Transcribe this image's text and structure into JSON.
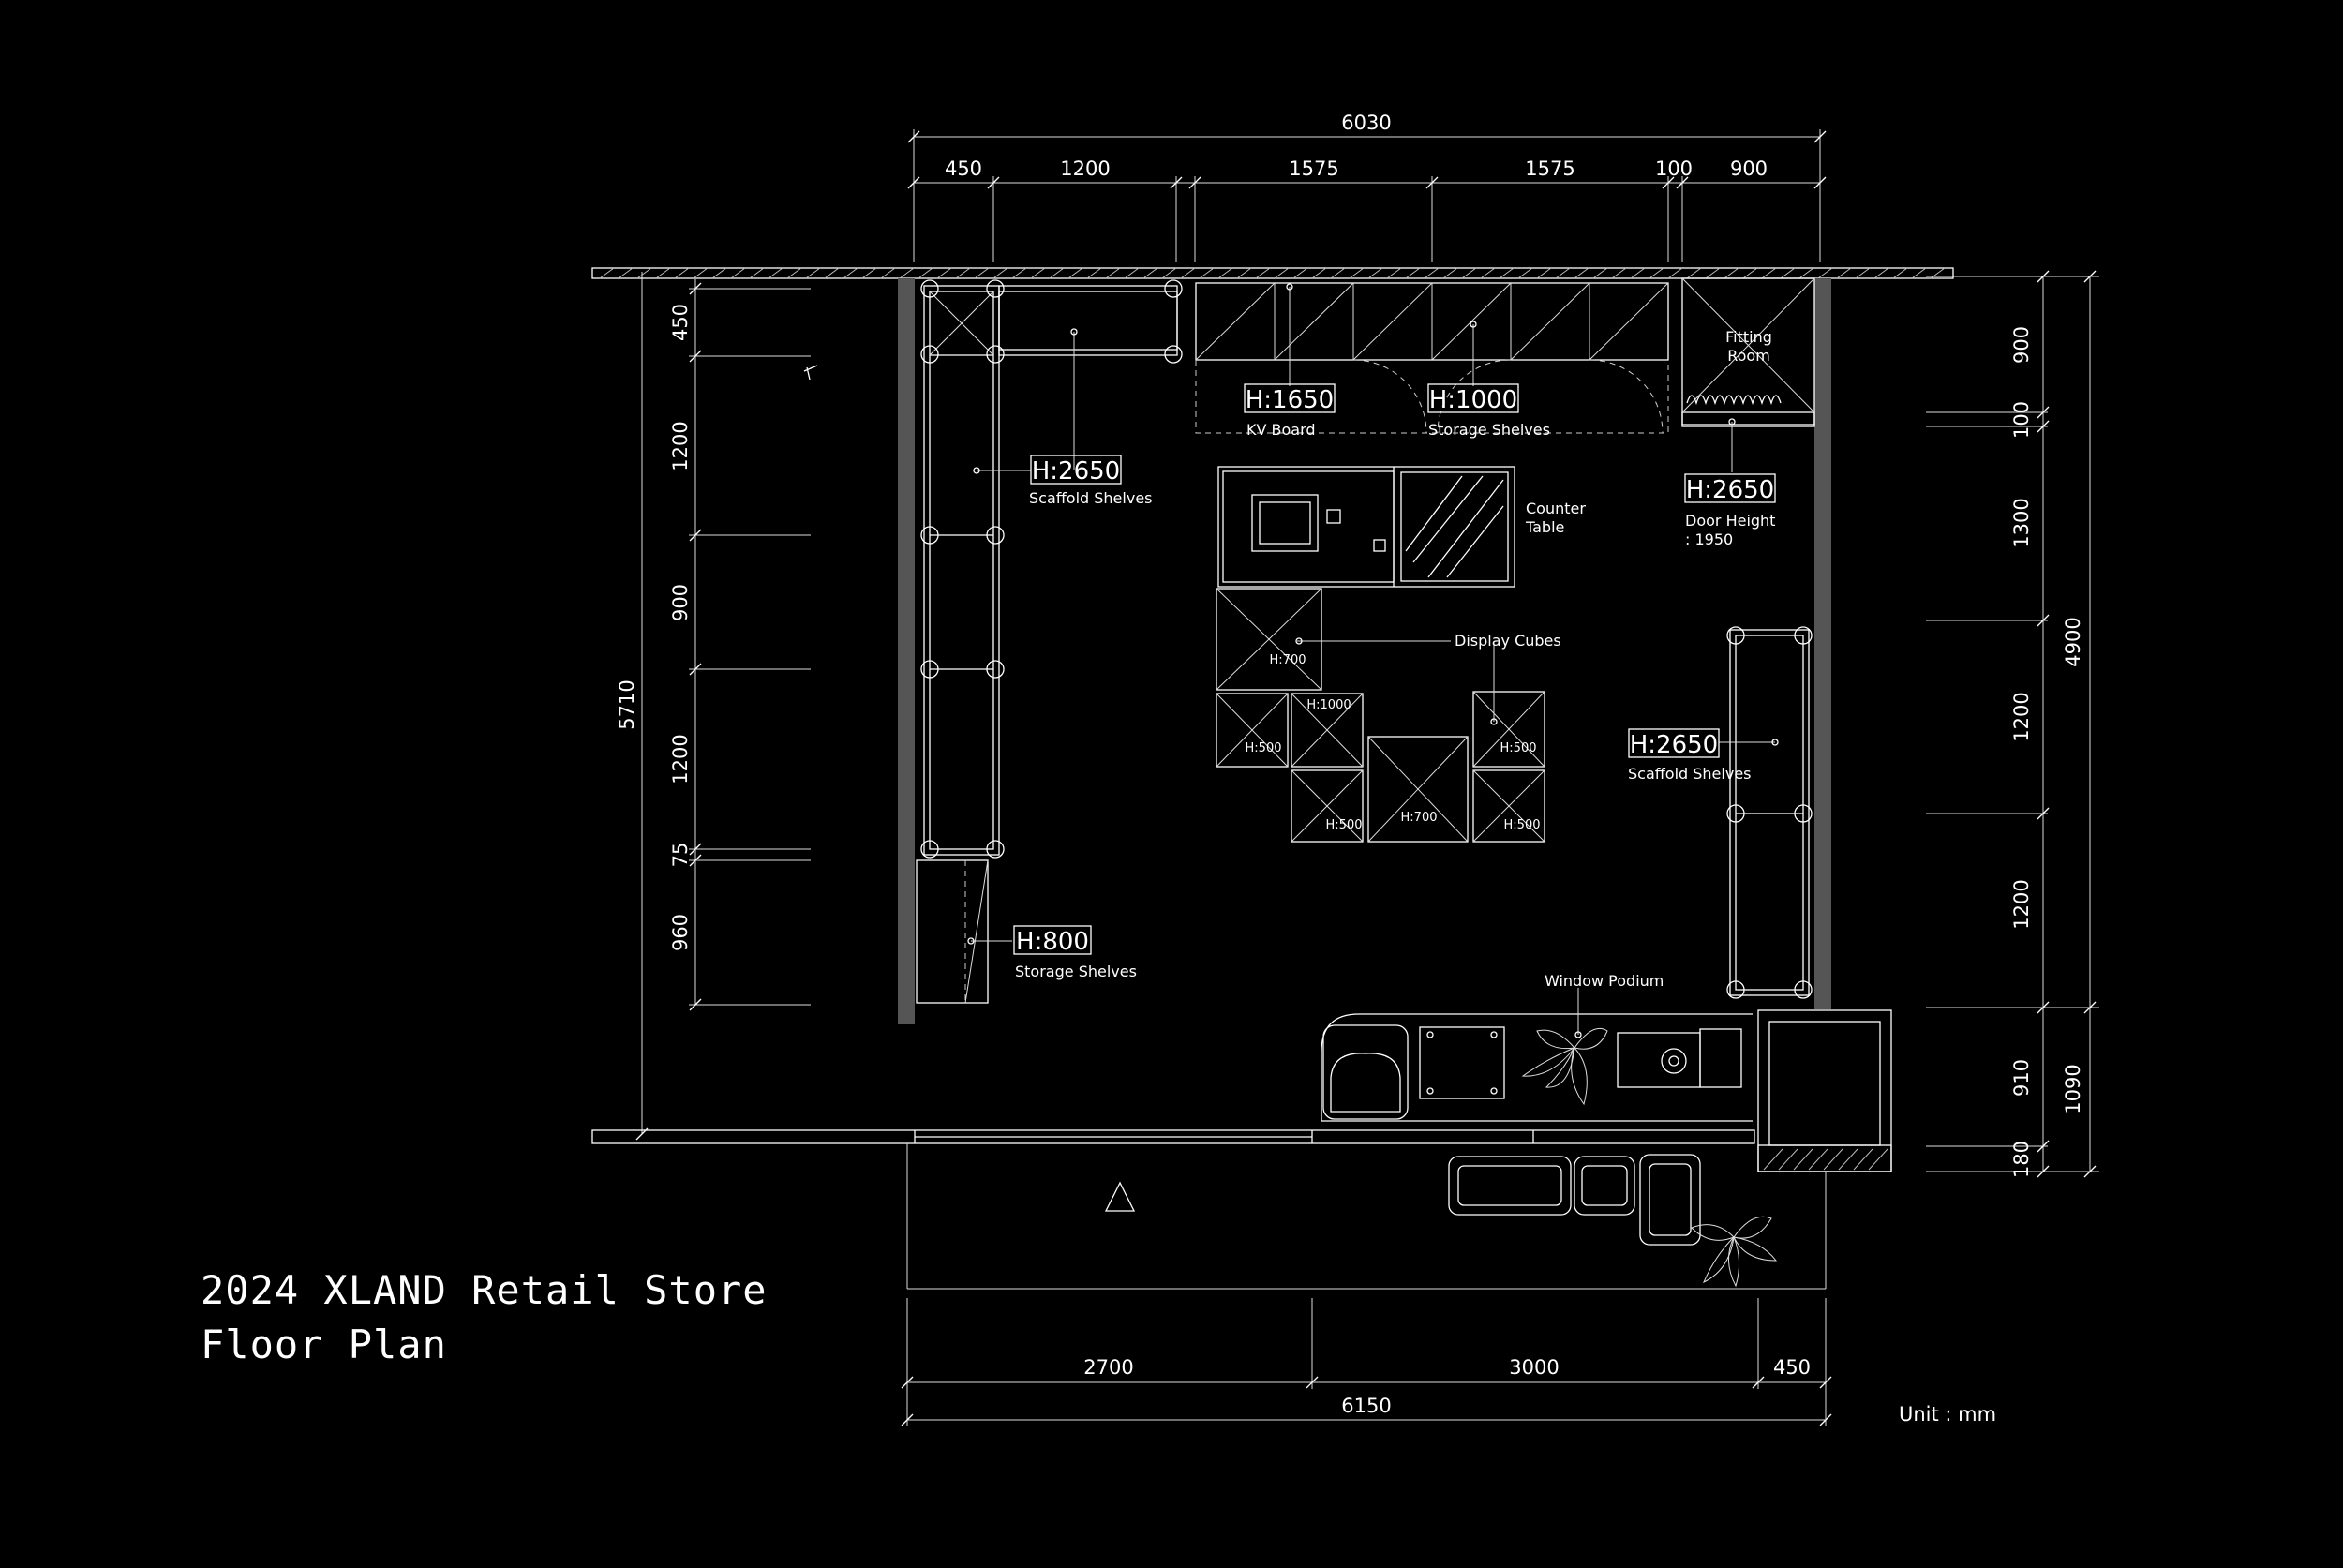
{
  "title": {
    "line1": "2024 XLAND Retail Store",
    "line2": "Floor Plan"
  },
  "unit": "Unit : mm",
  "dimensions": {
    "top_total": "6030",
    "top": [
      "450",
      "1200",
      "1575",
      "1575",
      "100",
      "900"
    ],
    "left_total": "5710",
    "left": [
      "450",
      "1200",
      "900",
      "1200",
      "75",
      "960"
    ],
    "right_total_upper": "4900",
    "right": [
      "900",
      "100",
      "1300",
      "1200",
      "1200"
    ],
    "right_total_lower": "1090",
    "right_lower": [
      "910",
      "180"
    ],
    "bottom": [
      "2700",
      "3000",
      "450"
    ],
    "bottom_total": "6150"
  },
  "tags": {
    "kv_board": {
      "h": "H:1650",
      "label": "KV Board"
    },
    "storage_top": {
      "h": "H:1000",
      "label": "Storage Shelves"
    },
    "scaffold_left": {
      "h": "H:2650",
      "label": "Scaffold Shelves"
    },
    "fitting": {
      "label1": "Fitting",
      "label2": "Room"
    },
    "door": {
      "h": "H:2650",
      "label1": "Door Height",
      "label2": ": 1950"
    },
    "counter": {
      "label1": "Counter",
      "label2": "Table"
    },
    "display": {
      "label": "Display Cubes"
    },
    "scaffold_right": {
      "h": "H:2650",
      "label": "Scaffold Shelves"
    },
    "storage_left": {
      "h": "H:800",
      "label": "Storage Shelves"
    },
    "window": {
      "label": "Window Podium"
    }
  },
  "cubes": {
    "c1": "H:700",
    "c2": "H:1000",
    "c3": "H:500",
    "c4": "H:500",
    "c5": "H:700",
    "c6": "H:500",
    "c7": "H:500"
  }
}
